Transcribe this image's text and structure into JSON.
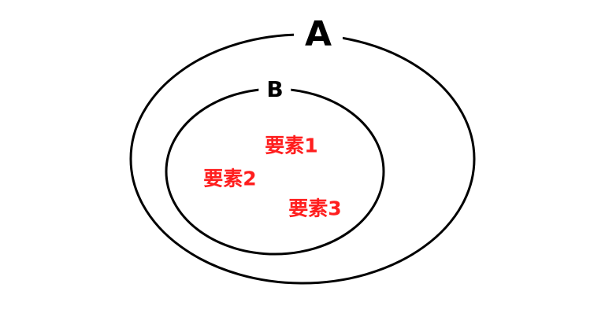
{
  "diagram": {
    "outer_set": {
      "label": "A"
    },
    "inner_set": {
      "label": "B"
    },
    "elements": [
      {
        "label": "要素1"
      },
      {
        "label": "要素2"
      },
      {
        "label": "要素3"
      }
    ],
    "colors": {
      "stroke": "#000000",
      "element_text": "#ff1e1e"
    }
  }
}
